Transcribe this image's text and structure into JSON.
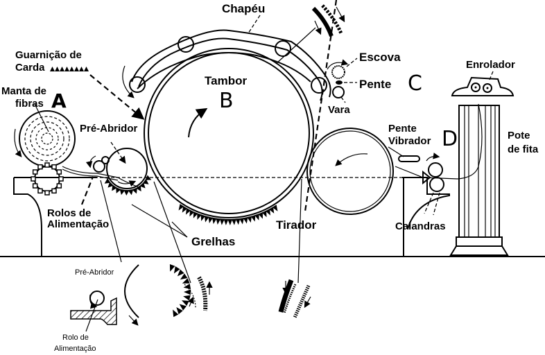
{
  "diagram": {
    "title": "Carda (máquina de cardar) – esquema",
    "background": "#ffffff",
    "ink": "#000000",
    "section_letters": {
      "a": "A",
      "b": "B",
      "c": "C",
      "d": "D"
    },
    "labels": {
      "chapeu": "Chapéu",
      "guarnicao_line1": "Guarnição de",
      "guarnicao_line2": "Carda",
      "manta_line1": "Manta de",
      "manta_line2": "fibras",
      "tambor": "Tambor",
      "escova": "Escova",
      "pente": "Pente",
      "vara": "Vara",
      "enrolador": "Enrolador",
      "pre_abridor": "Pré-Abridor",
      "pente_vibrador_line1": "Pente",
      "pente_vibrador_line2": "Vibrador",
      "pote_line1": "Pote",
      "pote_line2": "de fita",
      "rolos_line1": "Rolos de",
      "rolos_line2": "Alimentação",
      "grelhas": "Grelhas",
      "tirador": "Tirador",
      "calandras": "Calandras"
    },
    "detail_labels": {
      "pre_abridor": "Pré-Abridor",
      "rolo_line1": "Rolo de",
      "rolo_line2": "Alimentação"
    },
    "icons": {
      "card_clothing": "sawtooth-icon",
      "rotation": "curved-arrow-icon"
    }
  }
}
